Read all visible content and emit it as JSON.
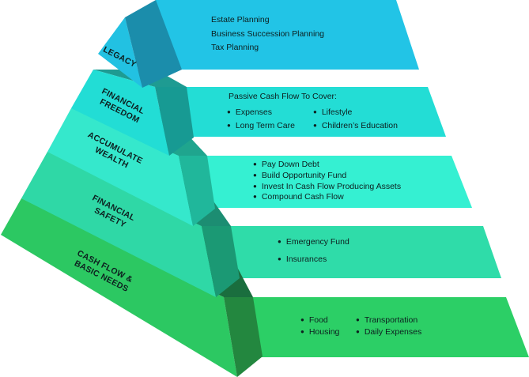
{
  "levels": [
    {
      "key": "legacy",
      "label_lines": [
        "LEGACY"
      ],
      "colors": {
        "top": "#28b8c2",
        "left": "#22c1e2",
        "right": "#1b8dab",
        "panel": "#22c4e6"
      },
      "items": [
        "Estate Planning",
        "Business Succession Planning",
        "Tax Planning"
      ]
    },
    {
      "key": "financial-freedom",
      "label_lines": [
        "FINANCIAL",
        "FREEDOM"
      ],
      "colors": {
        "top": "#1e9b92",
        "left": "#22ddd5",
        "right": "#179a93",
        "panel": "#23ddd5"
      },
      "intro": "Passive Cash Flow To Cover:",
      "items": [
        "Expenses",
        "Lifestyle",
        "Long Term Care",
        "Children’s Education"
      ]
    },
    {
      "key": "accumulate-wealth",
      "label_lines": [
        "ACCUMULATE",
        "WEALTH"
      ],
      "colors": {
        "top": "#1fa58e",
        "left": "#35e8cc",
        "right": "#20b79b",
        "panel": "#35f0d2"
      },
      "items": [
        "Pay Down Debt",
        "Build Opportunity Fund",
        "Invest In Cash Flow Producing Assets",
        "Compound Cash Flow"
      ]
    },
    {
      "key": "financial-safety",
      "label_lines": [
        "FINANCIAL",
        "SAFETY"
      ],
      "colors": {
        "top": "#1c8d72",
        "left": "#2fd8a6",
        "right": "#1b9974",
        "panel": "#2fdca9"
      },
      "items": [
        "Emergency Fund",
        "Insurances"
      ]
    },
    {
      "key": "cash-flow",
      "label_lines": [
        "CASH FLOW &",
        "BASIC NEEDS"
      ],
      "colors": {
        "top": "#1a6e3e",
        "left": "#2cc862",
        "right": "#23873f",
        "panel": "#2ccf66"
      },
      "items": [
        "Food",
        "Transportation",
        "Housing",
        "Daily Expenses"
      ]
    }
  ]
}
